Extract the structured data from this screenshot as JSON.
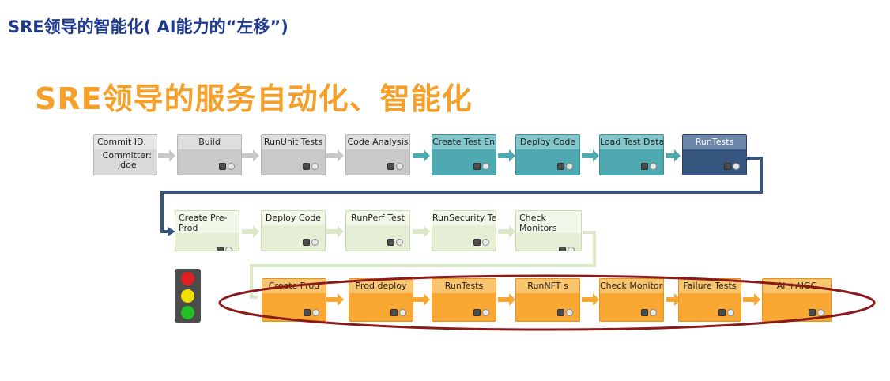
{
  "top_title": "SRE领导的智能化( AI能力的“左移”)",
  "main_title": "SRE领导的服务自动化、智能化",
  "commit": {
    "label": "Commit ID:",
    "committer_label": "Committer:",
    "committer": "jdoe"
  },
  "row1": [
    {
      "label": "Build",
      "style": "gray"
    },
    {
      "label": "RunUnit Tests",
      "style": "gray"
    },
    {
      "label": "Code Analysis",
      "style": "gray"
    },
    {
      "label": "Create Test Env",
      "style": "teal"
    },
    {
      "label": "Deploy Code",
      "style": "teal"
    },
    {
      "label": "Load Test Data",
      "style": "teal"
    },
    {
      "label": "RunTests",
      "style": "navy"
    }
  ],
  "row2": [
    {
      "label": "Create Pre-Prod",
      "style": "lgreen"
    },
    {
      "label": "Deploy Code",
      "style": "lgreen"
    },
    {
      "label": "RunPerf Test",
      "style": "lgreen"
    },
    {
      "label": "RunSecurity Test",
      "style": "lgreen"
    },
    {
      "label": "Check Monitors",
      "style": "lgreen"
    }
  ],
  "row3": [
    {
      "label": "Create Prod",
      "style": "orange"
    },
    {
      "label": "Prod deploy",
      "style": "orange"
    },
    {
      "label": "RunTests",
      "style": "orange"
    },
    {
      "label": "RunNFT  s",
      "style": "orange"
    },
    {
      "label": "Check Monitors",
      "style": "orange"
    },
    {
      "label": "Failure Tests",
      "style": "orange"
    },
    {
      "label": "AI +AIGC",
      "style": "orange"
    }
  ],
  "colors": {
    "title_blue": "#1f3b8f",
    "title_orange": "#f4a02a",
    "ellipse": "#8b1a1a",
    "traffic_red": "#e02020",
    "traffic_yellow": "#f2e000",
    "traffic_green": "#22c022"
  }
}
